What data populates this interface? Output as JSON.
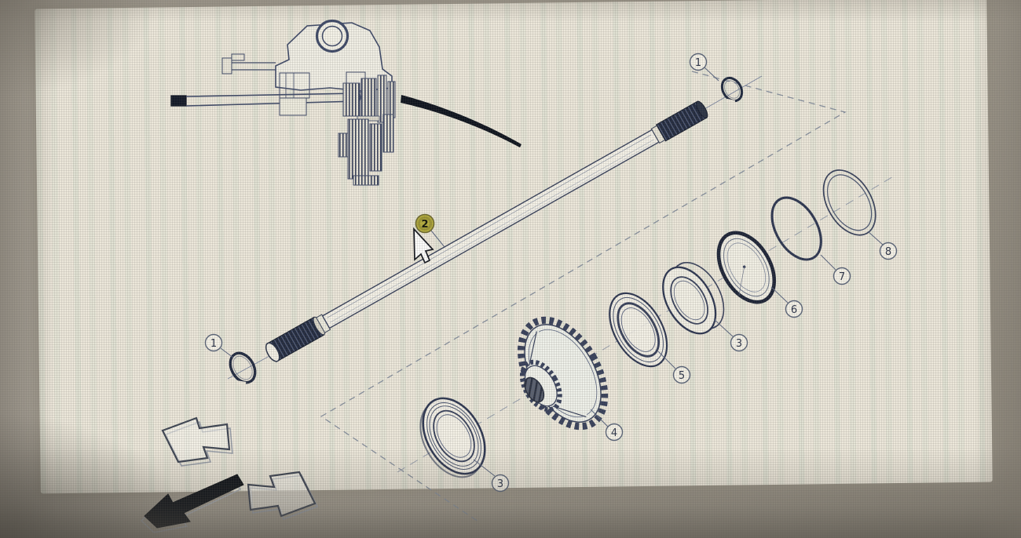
{
  "diagram": {
    "kind": "exploded-parts-diagram",
    "callouts": [
      {
        "label": "1",
        "part": "snap-ring-left",
        "highlighted": false
      },
      {
        "label": "2",
        "part": "drive-shaft",
        "highlighted": true
      },
      {
        "label": "1",
        "part": "snap-ring-right",
        "highlighted": false
      },
      {
        "label": "3",
        "part": "bearing-front",
        "highlighted": false
      },
      {
        "label": "4",
        "part": "gear",
        "highlighted": false
      },
      {
        "label": "5",
        "part": "race-ring",
        "highlighted": false
      },
      {
        "label": "3",
        "part": "bearing-rear",
        "highlighted": false
      },
      {
        "label": "6",
        "part": "bearing-cup",
        "highlighted": false
      },
      {
        "label": "7",
        "part": "o-ring",
        "highlighted": false
      },
      {
        "label": "8",
        "part": "seal-ring",
        "highlighted": false
      }
    ],
    "colors": {
      "page_background": "#ece7da",
      "ink": "#39425c",
      "highlight": "#b6ae3e",
      "dashed_guide": "#88919f"
    }
  },
  "nav": {
    "arrows": [
      {
        "icon": "arrow-up-left-icon",
        "style": "outline"
      },
      {
        "icon": "arrow-down-left-icon",
        "style": "solid"
      },
      {
        "icon": "arrow-down-right-icon",
        "style": "outline"
      }
    ]
  },
  "cursor": {
    "icon": "mouse-pointer-icon"
  }
}
